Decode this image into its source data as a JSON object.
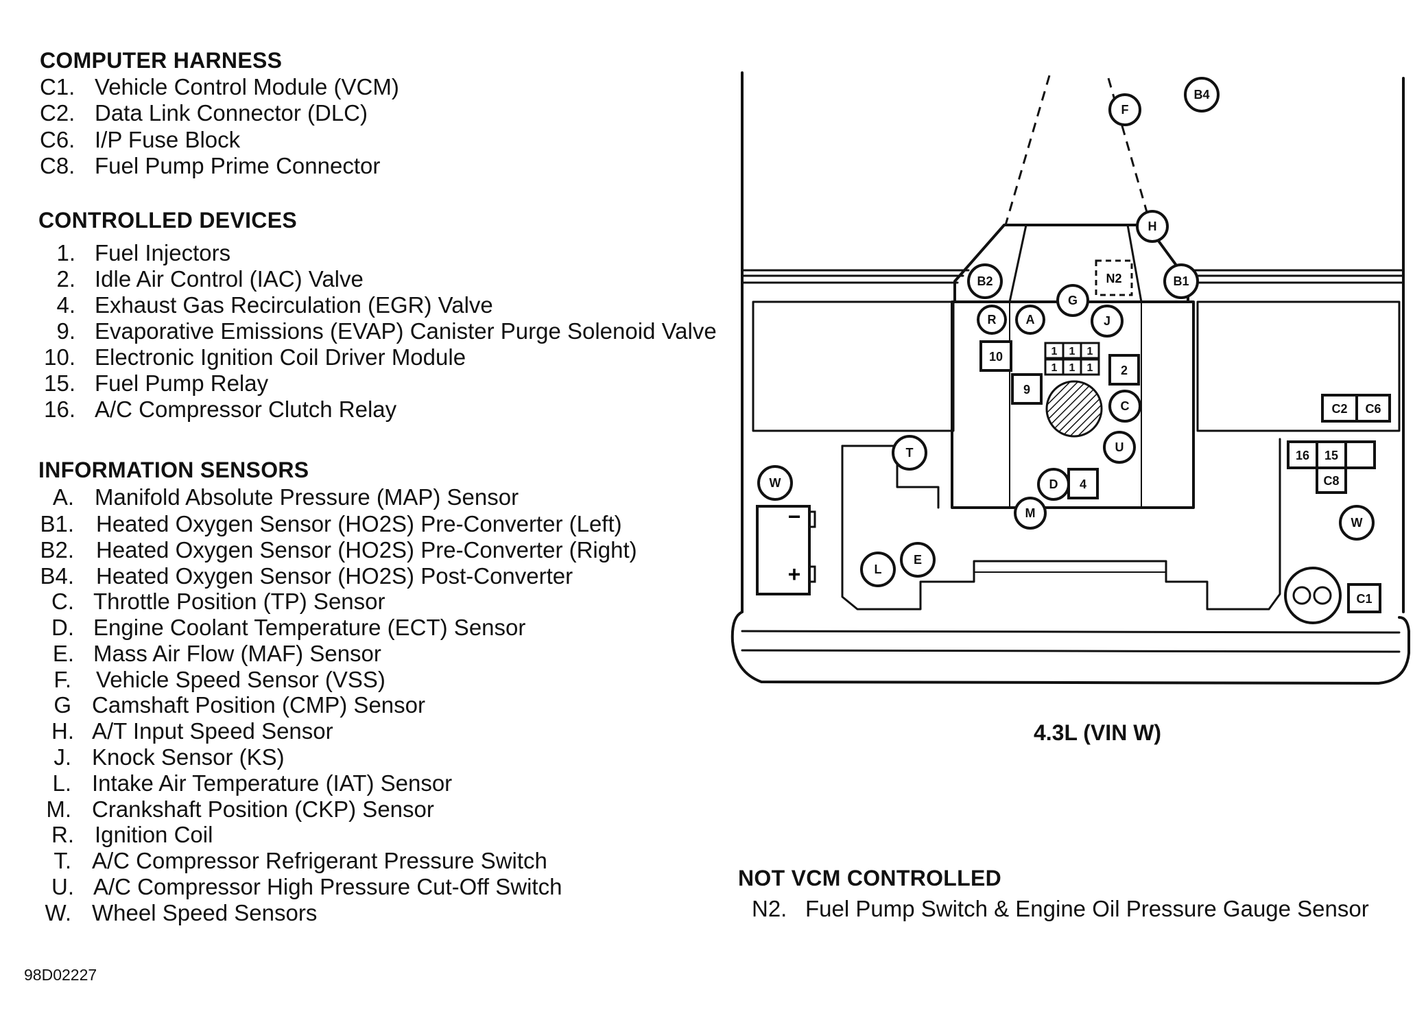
{
  "computer_harness": {
    "heading": "COMPUTER HARNESS",
    "items": [
      {
        "code": "C1.",
        "label": "Vehicle Control Module (VCM)"
      },
      {
        "code": "C2.",
        "label": "Data Link Connector (DLC)"
      },
      {
        "code": "C6.",
        "label": "I/P Fuse Block"
      },
      {
        "code": "C8.",
        "label": "Fuel Pump Prime Connector"
      }
    ]
  },
  "controlled_devices": {
    "heading": "CONTROLLED DEVICES",
    "items": [
      {
        "code": "1.",
        "label": "Fuel Injectors"
      },
      {
        "code": "2.",
        "label": "Idle Air Control (IAC) Valve"
      },
      {
        "code": "4.",
        "label": "Exhaust Gas Recirculation (EGR) Valve"
      },
      {
        "code": "9.",
        "label": "Evaporative Emissions (EVAP) Canister Purge Solenoid Valve"
      },
      {
        "code": "10.",
        "label": "Electronic Ignition Coil Driver Module"
      },
      {
        "code": "15.",
        "label": "Fuel Pump Relay"
      },
      {
        "code": "16.",
        "label": "A/C Compressor Clutch Relay"
      }
    ]
  },
  "information_sensors": {
    "heading": "INFORMATION SENSORS",
    "items": [
      {
        "code": "A.",
        "label": "Manifold Absolute Pressure (MAP) Sensor"
      },
      {
        "code": "B1.",
        "label": "Heated Oxygen Sensor (HO2S) Pre-Converter (Left)"
      },
      {
        "code": "B2.",
        "label": "Heated Oxygen Sensor (HO2S) Pre-Converter (Right)"
      },
      {
        "code": "B4.",
        "label": "Heated Oxygen Sensor (HO2S) Post-Converter"
      },
      {
        "code": "C.",
        "label": "Throttle Position (TP) Sensor"
      },
      {
        "code": "D.",
        "label": "Engine Coolant Temperature (ECT) Sensor"
      },
      {
        "code": "E.",
        "label": "Mass Air Flow (MAF) Sensor"
      },
      {
        "code": "F.",
        "label": "Vehicle Speed Sensor (VSS)"
      },
      {
        "code": "G",
        "label": "Camshaft Position (CMP) Sensor"
      },
      {
        "code": "H.",
        "label": "A/T Input Speed Sensor"
      },
      {
        "code": "J.",
        "label": "Knock Sensor (KS)"
      },
      {
        "code": "L.",
        "label": "Intake Air Temperature (IAT) Sensor"
      },
      {
        "code": "M.",
        "label": "Crankshaft Position (CKP) Sensor"
      },
      {
        "code": "R.",
        "label": "Ignition Coil"
      },
      {
        "code": "T.",
        "label": "A/C Compressor Refrigerant Pressure Switch"
      },
      {
        "code": "U.",
        "label": "A/C Compressor High Pressure Cut-Off Switch"
      },
      {
        "code": "W.",
        "label": "Wheel Speed Sensors"
      }
    ]
  },
  "not_vcm_controlled": {
    "heading": "NOT VCM CONTROLLED",
    "items": [
      {
        "code": "N2.",
        "label": "Fuel Pump Switch & Engine Oil Pressure Gauge Sensor"
      }
    ]
  },
  "diagram": {
    "caption": "4.3L (VIN W)",
    "figure_id": "98D02227",
    "markers": {
      "B4": "B4",
      "F": "F",
      "H": "H",
      "B2": "B2",
      "B1": "B1",
      "N2": "N2",
      "G": "G",
      "R": "R",
      "A": "A",
      "J": "J",
      "C": "C",
      "U": "U",
      "T": "T",
      "D": "D",
      "M": "M",
      "W": "W",
      "L": "L",
      "E": "E",
      "box_10": "10",
      "box_9": "9",
      "box_2": "2",
      "box_4": "4",
      "inj": "1",
      "C2": "C2",
      "C6": "C6",
      "box_16": "16",
      "box_15": "15",
      "C8": "C8",
      "C1": "C1",
      "battery_minus": "−",
      "battery_plus": "+"
    }
  }
}
